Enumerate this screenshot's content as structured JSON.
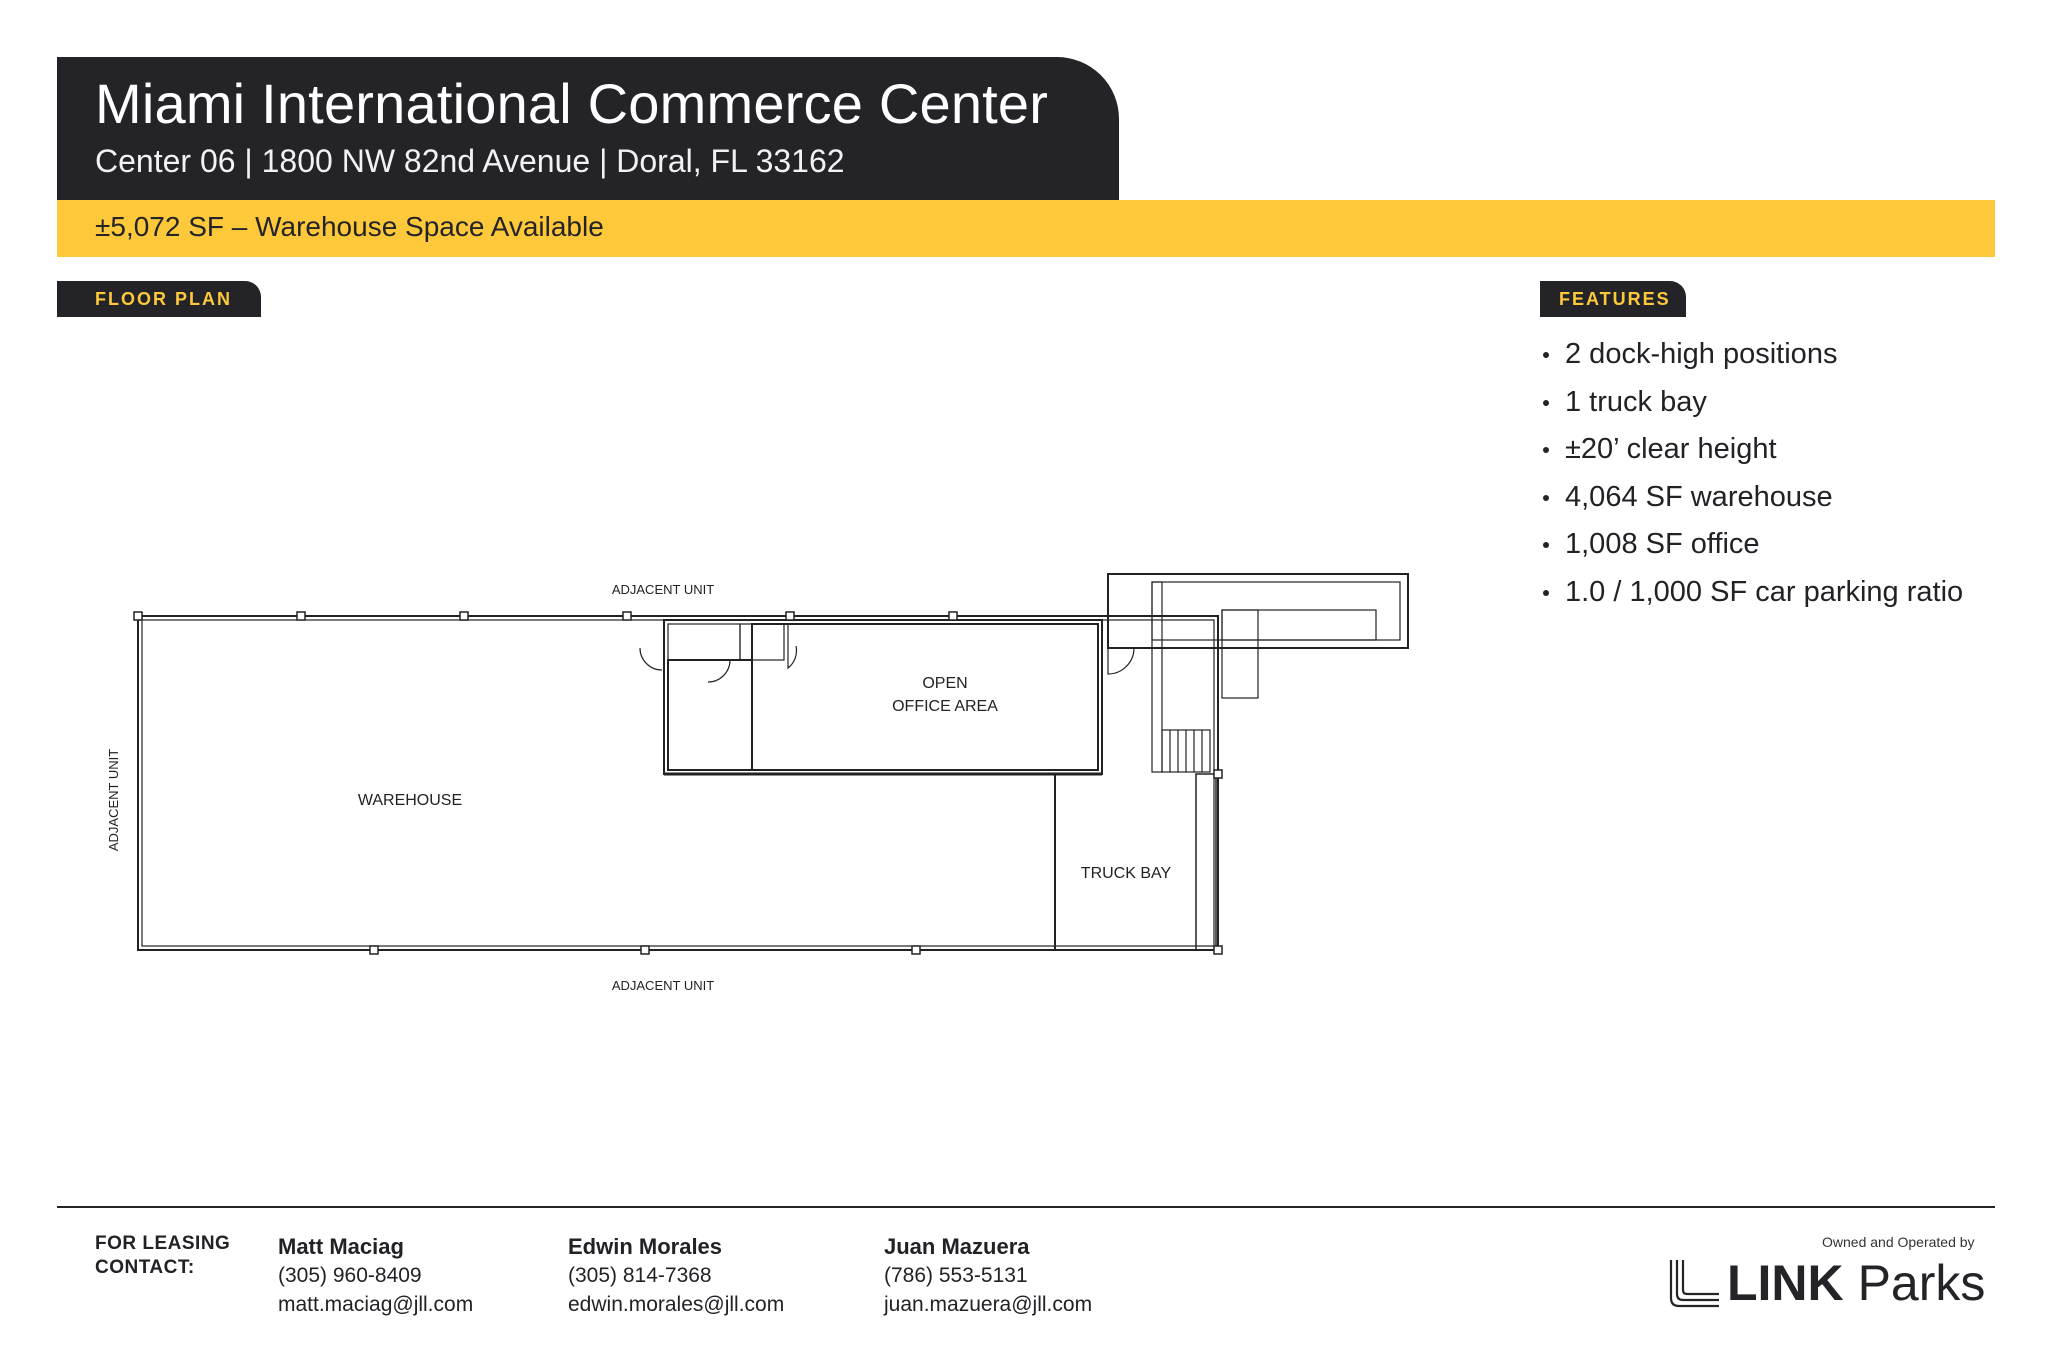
{
  "header": {
    "title": "Miami International Commerce Center",
    "subtitle": "Center 06 | 1800 NW 82nd Avenue | Doral, FL 33162"
  },
  "availability": "±5,072 SF  – Warehouse Space Available",
  "floor_plan": {
    "tab_label": "FLOOR PLAN",
    "labels": {
      "adjacent_top": "ADJACENT UNIT",
      "adjacent_bottom": "ADJACENT UNIT",
      "adjacent_left": "ADJACENT UNIT",
      "warehouse": "WAREHOUSE",
      "office_line1": "OPEN",
      "office_line2": "OFFICE AREA",
      "truck_bay": "TRUCK BAY"
    }
  },
  "features": {
    "tab_label": "FEATURES",
    "items": [
      "2 dock-high positions",
      "1 truck bay",
      "±20’ clear height",
      "4,064 SF warehouse",
      "1,008 SF office",
      "1.0 / 1,000 SF car parking ratio"
    ]
  },
  "footer": {
    "leasing_label_line1": "FOR LEASING",
    "leasing_label_line2": "CONTACT:",
    "contacts": [
      {
        "name": "Matt Maciag",
        "phone": "(305) 960-8409",
        "email": "matt.maciag@jll.com"
      },
      {
        "name": "Edwin Morales",
        "phone": "(305) 814-7368",
        "email": "edwin.morales@jll.com"
      },
      {
        "name": "Juan Mazuera",
        "phone": "(786) 553-5131",
        "email": "juan.mazuera@jll.com"
      }
    ],
    "owned_by": "Owned and Operated by",
    "logo_word1": "LINK",
    "logo_word2": "Parks"
  },
  "colors": {
    "dark": "#242428",
    "accent_yellow": "#fdc93b"
  }
}
